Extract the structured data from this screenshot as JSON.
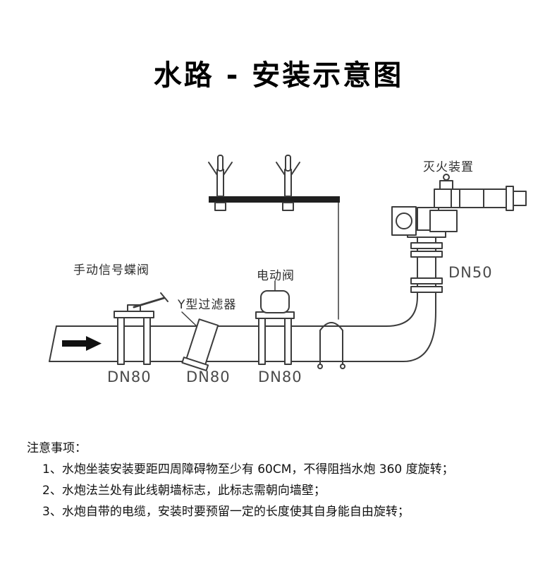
{
  "title": "水路 - 安装示意图",
  "diagram": {
    "labels": {
      "manual_valve": "手动信号蝶阀",
      "y_filter": "Y型过滤器",
      "electric_valve": "电动阀",
      "fire_device": "灭火装置",
      "dn50": "DN50",
      "dn80_left": "DN80",
      "dn80_mid": "DN80",
      "dn80_right": "DN80"
    }
  },
  "notes": {
    "heading": "注意事项：",
    "items": [
      "1、水炮坐装安装要距四周障碍物至少有 60CM，不得阻挡水炮 360 度旋转；",
      "2、水炮法兰处有此线朝墙标志，此标志需朝向墙壁；",
      "3、水炮自带的电缆，安装时要预留一定的长度使其自身能自由旋转；"
    ]
  }
}
